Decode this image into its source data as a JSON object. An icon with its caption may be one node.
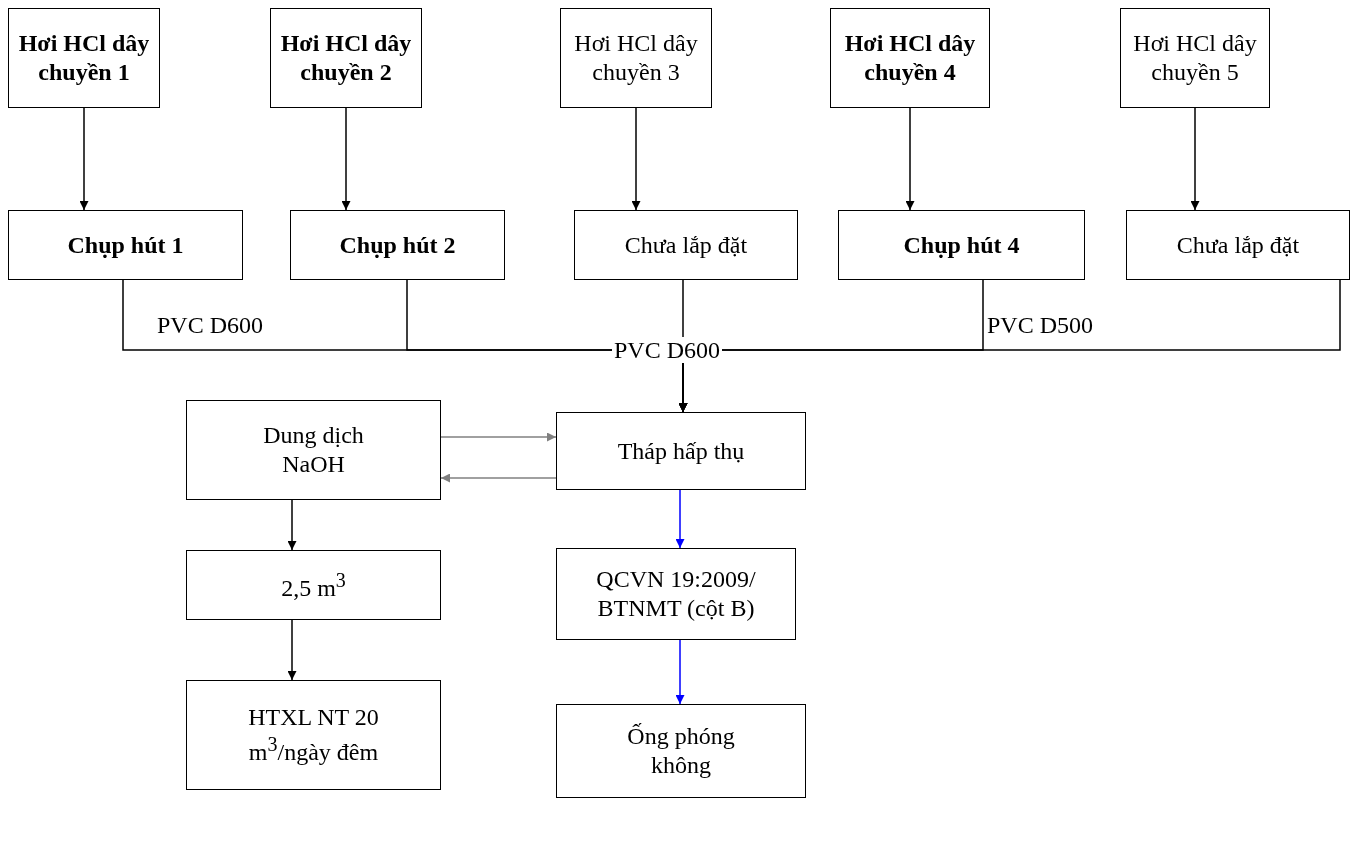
{
  "diagram": {
    "nodes": [
      {
        "text": [
          "Hơi HCl dây chuyền 1"
        ]
      },
      {
        "text": [
          "Hơi HCl dây chuyền 2"
        ]
      },
      {
        "text": [
          "Hơi HCl dây chuyền 3"
        ]
      },
      {
        "text": [
          "Hơi HCl dây chuyền 4"
        ]
      },
      {
        "text": [
          "Hơi HCl dây chuyền 5"
        ]
      },
      {
        "text": [
          "Chụp hút 1"
        ]
      },
      {
        "text": [
          "Chụp hút 2"
        ]
      },
      {
        "text": [
          "Chưa lắp đặt"
        ]
      },
      {
        "text": [
          "Chụp hút 4"
        ]
      },
      {
        "text": [
          "Chưa lắp đặt"
        ]
      },
      {
        "text": [
          "Dung dịch NaOH"
        ]
      },
      {
        "text": [
          "Tháp hấp thụ"
        ]
      },
      {
        "text": [
          "2,5 m$^{3}$"
        ]
      },
      {
        "text": [
          "QCVN 19:2009/ BTNMT (cột B)"
        ]
      },
      {
        "text": [
          "HTXL NT 20 m$^{3}$/ngày đêm"
        ]
      },
      {
        "text": [
          "Ống phóng không"
        ]
      }
    ],
    "edges": [
      {
        "from": 0,
        "to": 5,
        "arrow": "to"
      },
      {
        "from": 1,
        "to": 6,
        "arrow": "to"
      },
      {
        "from": 2,
        "to": 7,
        "arrow": "to"
      },
      {
        "from": 3,
        "to": 8,
        "arrow": "to"
      },
      {
        "from": 4,
        "to": 9,
        "arrow": "to"
      },
      {
        "from": 5,
        "to": 11,
        "arrow": "to",
        "label": "PVC D600"
      },
      {
        "from": 6,
        "to": 11,
        "arrow": "to"
      },
      {
        "from": 7,
        "to": 11,
        "arrow": "to",
        "label": "PVC D600"
      },
      {
        "from": 8,
        "to": 11,
        "arrow": "to"
      },
      {
        "from": 9,
        "to": 11,
        "arrow": "to",
        "label": "PVC D500"
      },
      {
        "from": 10,
        "to": 11,
        "arrow": "to",
        "color": "#808080"
      },
      {
        "from": 11,
        "to": 10,
        "arrow": "to",
        "color": "#808080"
      },
      {
        "from": 10,
        "to": 12,
        "arrow": "to"
      },
      {
        "from": 12,
        "to": 14,
        "arrow": "to"
      },
      {
        "from": 11,
        "to": 13,
        "arrow": "to",
        "color": "#0000ff"
      },
      {
        "from": 13,
        "to": 15,
        "arrow": "to",
        "color": "#0000ff"
      }
    ]
  }
}
